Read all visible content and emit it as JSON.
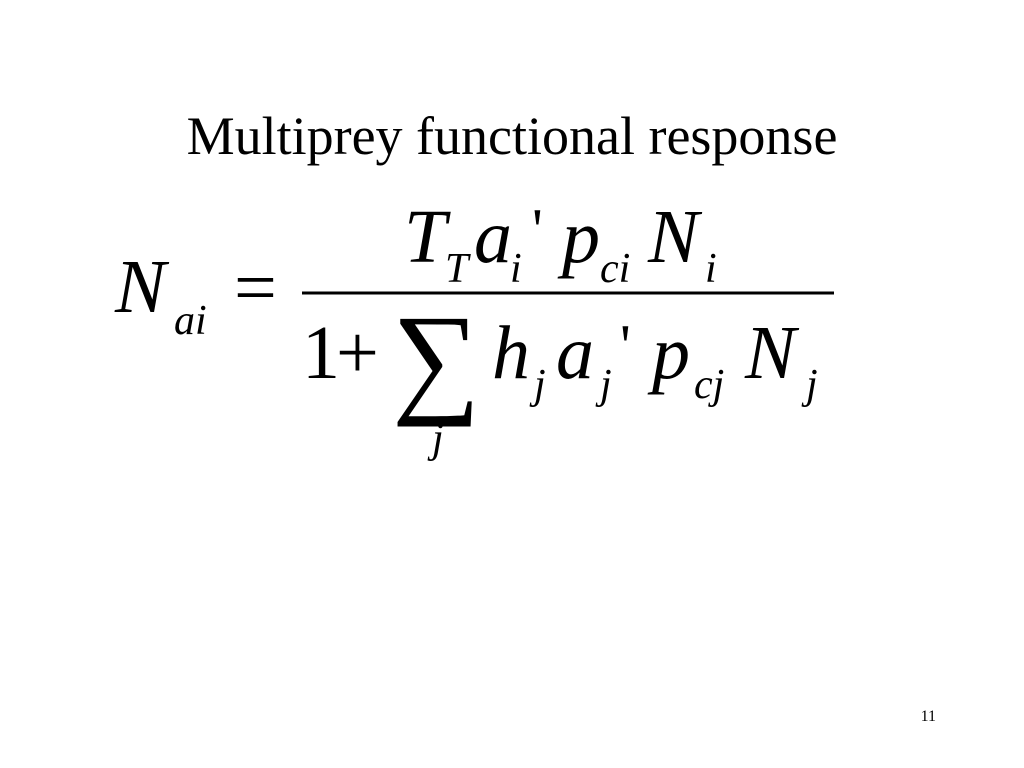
{
  "slide": {
    "title": "Multiprey functional response",
    "page_number": "11"
  },
  "formula": {
    "lhs": {
      "symbol": "N",
      "subscript": "ai"
    },
    "equals": "=",
    "numerator": [
      {
        "symbol": "T",
        "subscript": "T",
        "prime": ""
      },
      {
        "symbol": "a",
        "subscript": "i",
        "prime": "'"
      },
      {
        "symbol": "p",
        "subscript": "ci",
        "prime": ""
      },
      {
        "symbol": "N",
        "subscript": "i",
        "prime": ""
      }
    ],
    "denominator": {
      "one": "1",
      "plus": "+",
      "sum": "∑",
      "sum_index": "j",
      "terms": [
        {
          "symbol": "h",
          "subscript": "j",
          "prime": ""
        },
        {
          "symbol": "a",
          "subscript": "j",
          "prime": "'"
        },
        {
          "symbol": "p",
          "subscript": "cj",
          "prime": ""
        },
        {
          "symbol": "N",
          "subscript": "j",
          "prime": ""
        }
      ]
    }
  }
}
